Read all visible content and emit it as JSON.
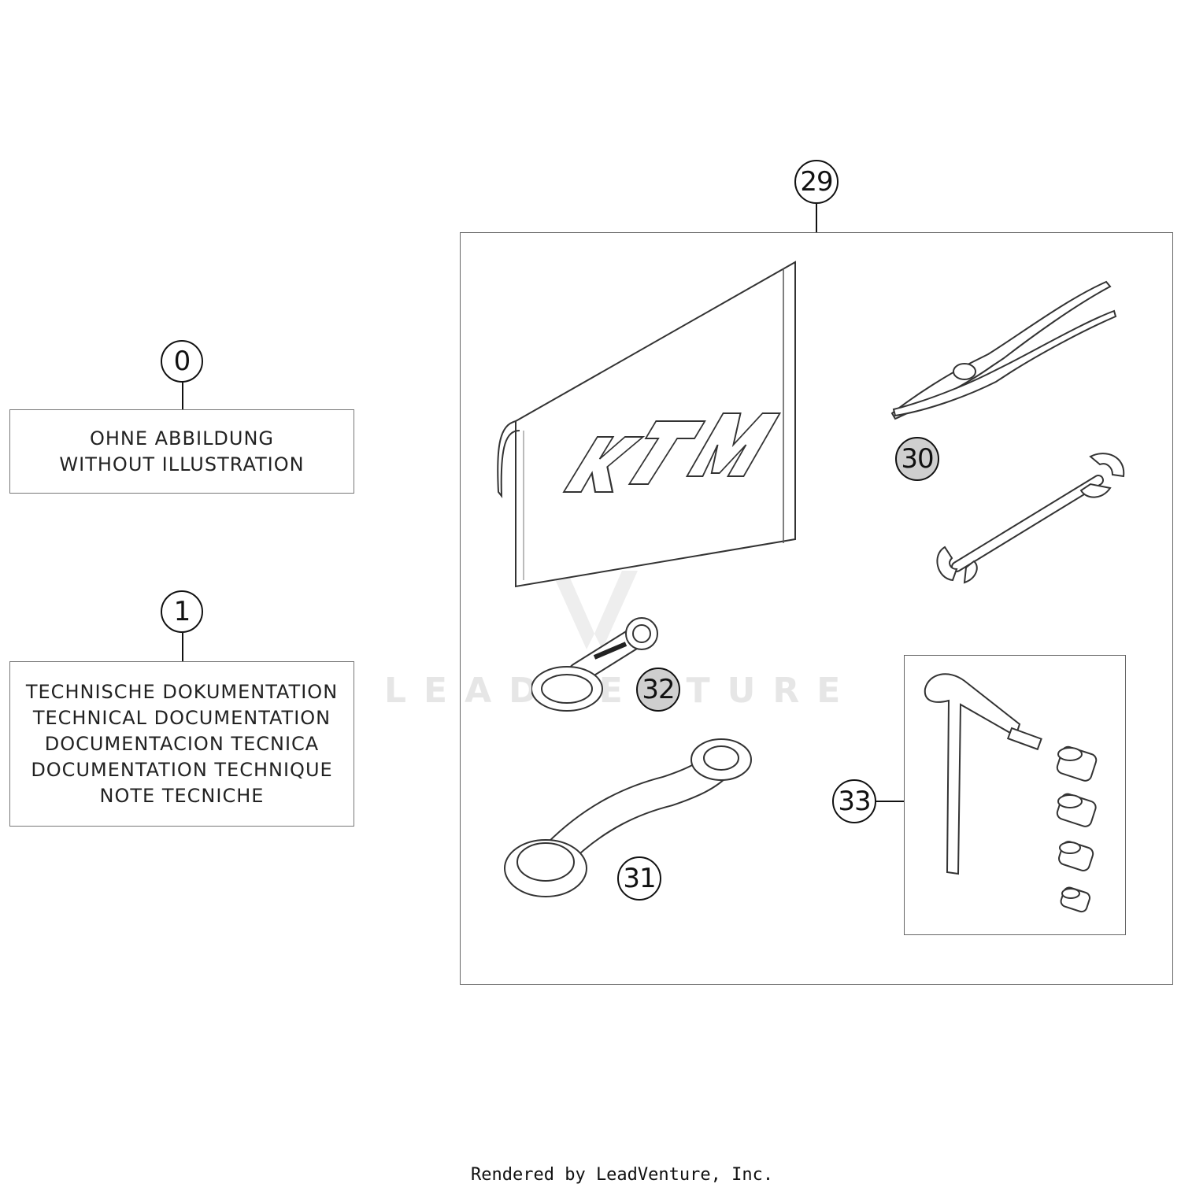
{
  "callouts": {
    "c0": "0",
    "c1": "1",
    "c29": "29",
    "c30": "30",
    "c31": "31",
    "c32": "32",
    "c33": "33"
  },
  "box_no_illustration": {
    "line1": "OHNE ABBILDUNG",
    "line2": "WITHOUT ILLUSTRATION"
  },
  "box_documentation": {
    "lines": [
      "TECHNISCHE DOKUMENTATION",
      "TECHNICAL DOCUMENTATION",
      "DOCUMENTACION TECNICA",
      "DOCUMENTATION TECHNIQUE",
      "NOTE TECNICHE"
    ]
  },
  "watermark": "LEADVENTURE",
  "footer": "Rendered by LeadVenture, Inc.",
  "icons": [
    "manual-folder-icon",
    "pliers-icon",
    "open-end-wrench-icon",
    "ring-wrench-icon",
    "spanner-ktm-icon",
    "t-handle-hex-key-icon",
    "socket-icon"
  ]
}
